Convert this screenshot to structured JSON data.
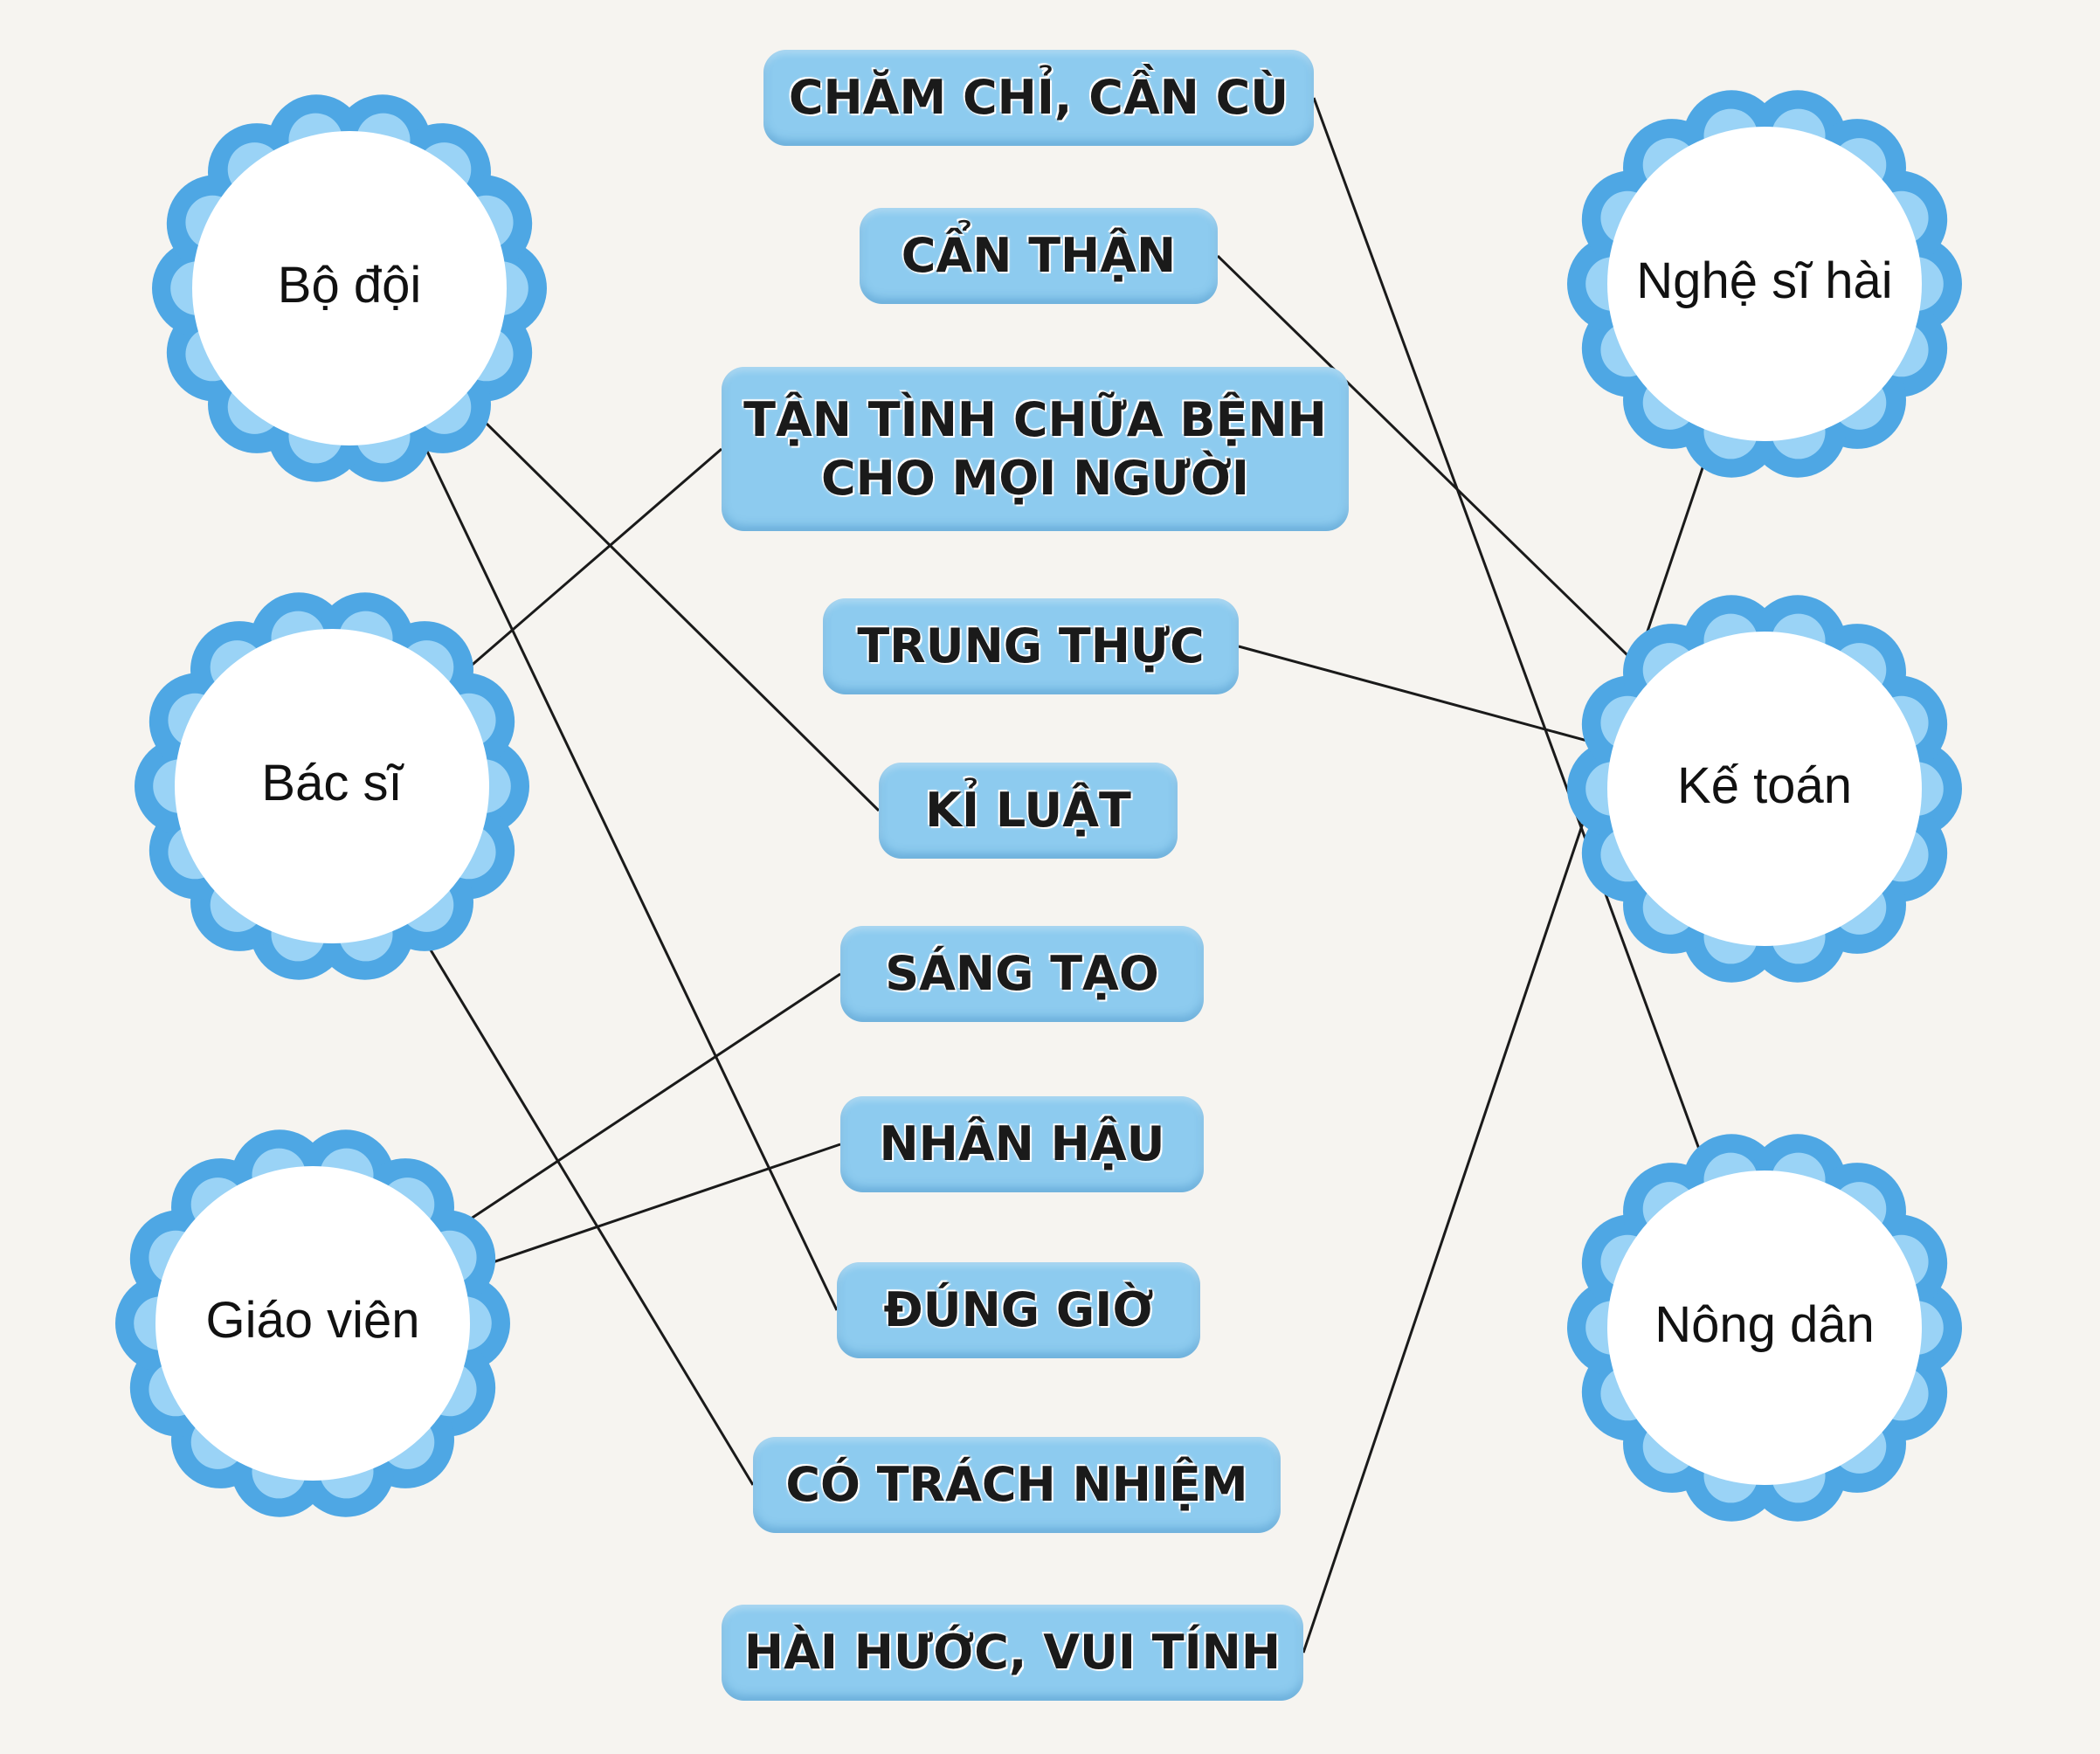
{
  "colors": {
    "petal": "#4ea7e4",
    "petal_light": "#9ad3f6",
    "center": "#ffffff",
    "tag": "#8dcbef",
    "line": "#1a1a1a"
  },
  "professions_left": [
    {
      "id": "bo-doi",
      "label": "Bộ đội"
    },
    {
      "id": "bac-si",
      "label": "Bác sĩ"
    },
    {
      "id": "giao-vien",
      "label": "Giáo viên"
    }
  ],
  "professions_right": [
    {
      "id": "nghe-si-hai",
      "label": "Nghệ sĩ hài"
    },
    {
      "id": "ke-toan",
      "label": "Kế toán"
    },
    {
      "id": "nong-dan",
      "label": "Nông dân"
    }
  ],
  "qualities": [
    {
      "id": "cham-chi",
      "lines": [
        "CHĂM CHỈ, CẦN CÙ"
      ]
    },
    {
      "id": "can-than",
      "lines": [
        "CẨN THẬN"
      ]
    },
    {
      "id": "tan-tinh",
      "lines": [
        "TẬN TÌNH CHỮA BỆNH",
        "CHO MỌI NGƯỜI"
      ]
    },
    {
      "id": "trung-thuc",
      "lines": [
        "TRUNG THỰC"
      ]
    },
    {
      "id": "ki-luat",
      "lines": [
        "KỈ LUẬT"
      ]
    },
    {
      "id": "sang-tao",
      "lines": [
        "SÁNG TẠO"
      ]
    },
    {
      "id": "nhan-hau",
      "lines": [
        "NHÂN HẬU"
      ]
    },
    {
      "id": "dung-gio",
      "lines": [
        "ĐÚNG GIỜ"
      ]
    },
    {
      "id": "trach-nhiem",
      "lines": [
        "CÓ TRÁCH NHIỆM"
      ]
    },
    {
      "id": "hai-huoc",
      "lines": [
        "HÀI HƯỚC, VUI TÍNH"
      ]
    }
  ],
  "connections": [
    {
      "profession": "bo-doi",
      "quality": "ki-luat"
    },
    {
      "profession": "bo-doi",
      "quality": "dung-gio"
    },
    {
      "profession": "bac-si",
      "quality": "tan-tinh"
    },
    {
      "profession": "bac-si",
      "quality": "trach-nhiem"
    },
    {
      "profession": "giao-vien",
      "quality": "sang-tao"
    },
    {
      "profession": "giao-vien",
      "quality": "nhan-hau"
    },
    {
      "profession": "ke-toan",
      "quality": "can-than"
    },
    {
      "profession": "ke-toan",
      "quality": "trung-thuc"
    },
    {
      "profession": "nong-dan",
      "quality": "cham-chi"
    },
    {
      "profession": "nghe-si-hai",
      "quality": "hai-huoc"
    }
  ]
}
